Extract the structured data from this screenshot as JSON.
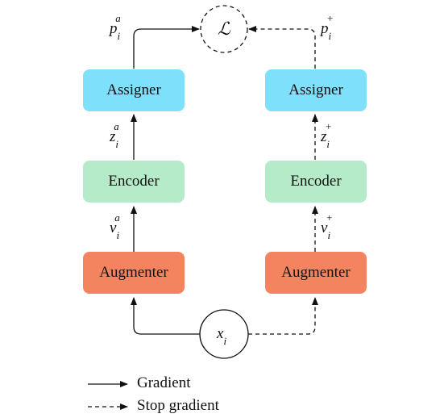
{
  "boxes": {
    "assigner_left": "Assigner",
    "assigner_right": "Assigner",
    "encoder_left": "Encoder",
    "encoder_right": "Encoder",
    "augmenter_left": "Augmenter",
    "augmenter_right": "Augmenter"
  },
  "symbols": {
    "loss": "ℒ",
    "input_base": "x",
    "input_sub": "i",
    "p_left_base": "p",
    "p_left_sup": "a",
    "p_left_sub": "i",
    "p_right_base": "p",
    "p_right_sup": "+",
    "p_right_sub": "i",
    "z_left_base": "z",
    "z_left_sup": "a",
    "z_left_sub": "i",
    "z_right_base": "z",
    "z_right_sup": "+",
    "z_right_sub": "i",
    "v_left_base": "v",
    "v_left_sup": "a",
    "v_left_sub": "i",
    "v_right_base": "v",
    "v_right_sup": "+",
    "v_right_sub": "i"
  },
  "legend": {
    "gradient": "Gradient",
    "stop_gradient": "Stop gradient"
  },
  "colors": {
    "assigner": "#7ee0fb",
    "encoder": "#b5ebc9",
    "augmenter": "#f4845f"
  }
}
